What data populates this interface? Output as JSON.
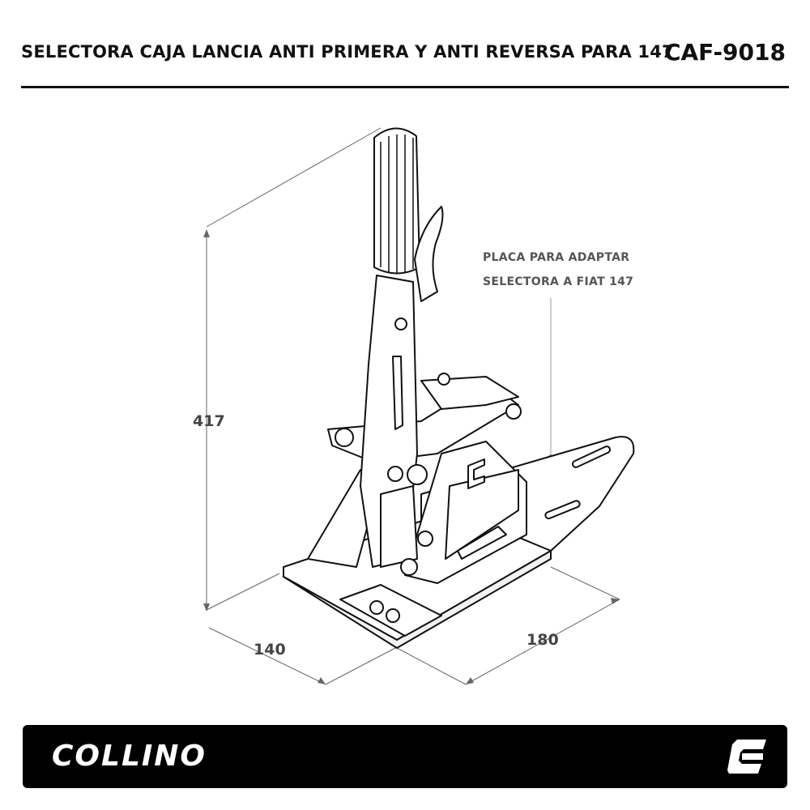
{
  "header": {
    "title": "SELECTORA CAJA LANCIA ANTI PRIMERA Y ANTI REVERSA PARA 147",
    "code": "CAF-9018"
  },
  "dimensions": {
    "height": "417",
    "depth": "140",
    "width": "180"
  },
  "callout": {
    "line1": "PLACA PARA ADAPTAR",
    "line2": "SELECTORA A FIAT 147"
  },
  "footer": {
    "brand": "COLLINO",
    "logo_icon": "collino-c-icon",
    "background": "#000000"
  },
  "colors": {
    "ink": "#111111",
    "dimension": "#444444",
    "callout_leader": "#999999"
  }
}
